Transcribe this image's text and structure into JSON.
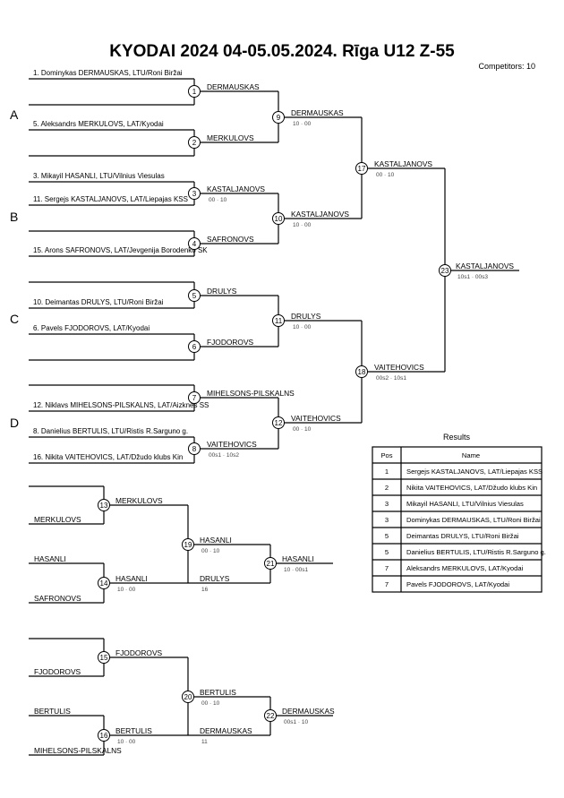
{
  "title": "KYODAI 2024  04-05.05.2024.  Rīga   U12 Z-55",
  "competitors": "Competitors: 10",
  "pools": [
    "A",
    "B",
    "C",
    "D"
  ],
  "entries": [
    "1. Dominykas DERMAUSKAS, LTU/Roni Biržai",
    "5. Aleksandrs MERKULOVS, LAT/Kyodai",
    "3. Mikayil HASANLI, LTU/Vilnius Viesulas",
    "11. Sergejs KASTALJANOVS, LAT/Liepajas KSS",
    "15. Arons SAFRONOVS, LAT/Jevgenija Borodenko SK",
    "10. Deimantas DRULYS, LTU/Roni Biržai",
    "6. Pavels FJODOROVS, LAT/Kyodai",
    "12. Niklavs MIHELSONS-PILSKALNS, LAT/Aizknes SS",
    "8. Danielius BERTULIS, LTU/Ristis R.Sarguno g.",
    "16. Nikita VAITEHOVICS, LAT/Džudo klubs Kin"
  ],
  "match_numbers": [
    "1",
    "2",
    "3",
    "4",
    "5",
    "6",
    "7",
    "8",
    "9",
    "10",
    "11",
    "12",
    "17",
    "18",
    "23",
    "13",
    "14",
    "19",
    "21",
    "15",
    "16",
    "20",
    "22"
  ],
  "winners": [
    {
      "name": "DERMAUSKAS",
      "score": ""
    },
    {
      "name": "MERKULOVS",
      "score": ""
    },
    {
      "name": "KASTALJANOVS",
      "score": "00 · 10"
    },
    {
      "name": "SAFRONOVS",
      "score": ""
    },
    {
      "name": "DRULYS",
      "score": ""
    },
    {
      "name": "FJODOROVS",
      "score": ""
    },
    {
      "name": "MIHELSONS-PILSKALNS",
      "score": ""
    },
    {
      "name": "VAITEHOVICS",
      "score": "00s1 · 10s2"
    },
    {
      "name": "DERMAUSKAS",
      "score": "10 · 00"
    },
    {
      "name": "KASTALJANOVS",
      "score": "10 · 00"
    },
    {
      "name": "DRULYS",
      "score": "10 · 00"
    },
    {
      "name": "VAITEHOVICS",
      "score": "00 · 10"
    },
    {
      "name": "KASTALJANOVS",
      "score": "00 · 10"
    },
    {
      "name": "VAITEHOVICS",
      "score": "00s2 · 10s1"
    },
    {
      "name": "KASTALJANOVS",
      "score": "10s1 · 00s3"
    }
  ],
  "repechage": {
    "names": [
      "MERKULOVS",
      "HASANLI",
      "SAFRONOVS",
      "FJODOROVS",
      "BERTULIS",
      "MIHELSONS-PILSKALNS"
    ],
    "winners": [
      {
        "name": "MERKULOVS",
        "score": ""
      },
      {
        "name": "HASANLI",
        "score": "10 · 00"
      },
      {
        "name": "HASANLI",
        "score": "00 · 10"
      },
      {
        "name": "DRULYS",
        "score": "16"
      },
      {
        "name": "HASANLI",
        "score": "10 · 00s1"
      },
      {
        "name": "FJODOROVS",
        "score": ""
      },
      {
        "name": "BERTULIS",
        "score": "10 · 00"
      },
      {
        "name": "BERTULIS",
        "score": "00 · 10"
      },
      {
        "name": "DERMAUSKAS",
        "score": "11"
      },
      {
        "name": "DERMAUSKAS",
        "score": "00s1 · 10"
      }
    ]
  },
  "results": {
    "title": "Results",
    "col_pos": "Pos",
    "col_name": "Name",
    "rows": [
      {
        "pos": "1",
        "name": "Sergejs KASTALJANOVS, LAT/Liepajas KSS"
      },
      {
        "pos": "2",
        "name": "Nikita VAITEHOVICS, LAT/Džudo klubs Kin"
      },
      {
        "pos": "3",
        "name": "Mikayil HASANLI, LTU/Vilnius Viesulas"
      },
      {
        "pos": "3",
        "name": "Dominykas DERMAUSKAS, LTU/Roni Biržai"
      },
      {
        "pos": "5",
        "name": "Deimantas DRULYS, LTU/Roni Biržai"
      },
      {
        "pos": "5",
        "name": "Danielius BERTULIS, LTU/Ristis R.Sarguno g."
      },
      {
        "pos": "7",
        "name": "Aleksandrs MERKULOVS, LAT/Kyodai"
      },
      {
        "pos": "7",
        "name": "Pavels FJODOROVS, LAT/Kyodai"
      }
    ]
  }
}
